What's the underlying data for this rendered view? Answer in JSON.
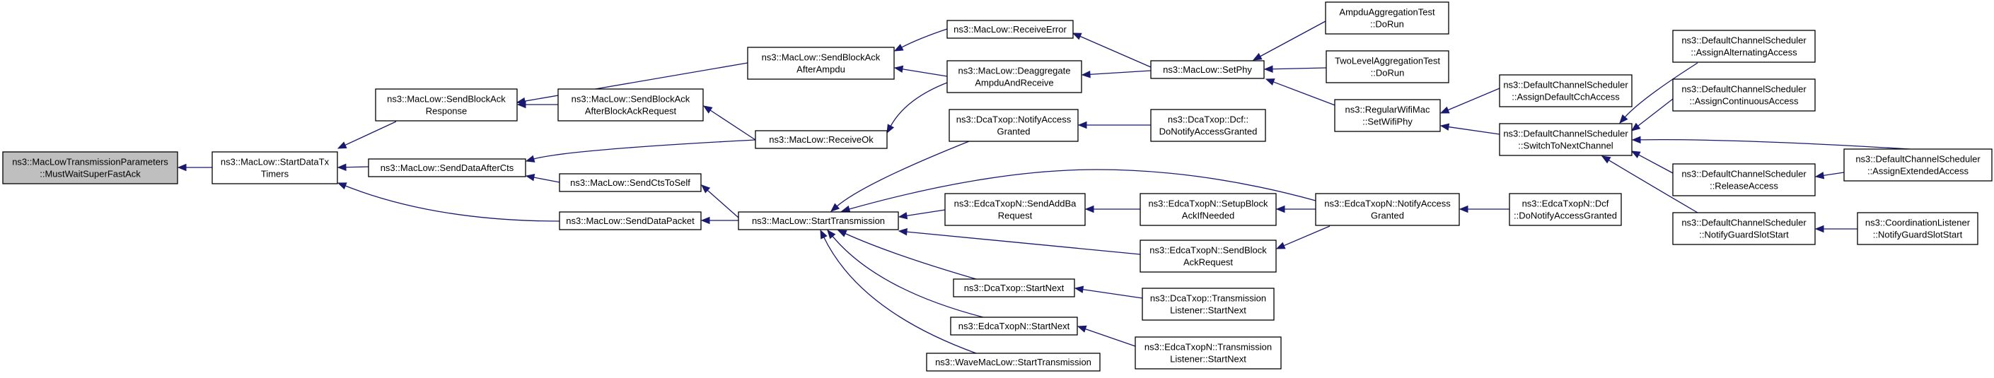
{
  "graph": {
    "type": "call-graph",
    "edge_color": "#191970",
    "root_fill": "#bfbfbf",
    "nodes": [
      {
        "id": "n0",
        "lines": [
          "ns3::MacLowTransmissionParameters",
          "::MustWaitSuperFastAck"
        ],
        "root": true
      },
      {
        "id": "n1",
        "lines": [
          "ns3::MacLow::StartDataTx",
          "Timers"
        ]
      },
      {
        "id": "n2",
        "lines": [
          "ns3::MacLow::SendBlockAck",
          "Response"
        ]
      },
      {
        "id": "n3",
        "lines": [
          "ns3::MacLow::SendDataAfterCts"
        ]
      },
      {
        "id": "n4",
        "lines": [
          "ns3::MacLow::SendDataPacket"
        ]
      },
      {
        "id": "n5",
        "lines": [
          "ns3::MacLow::SendBlockAck",
          "AfterAmpdu"
        ]
      },
      {
        "id": "n6",
        "lines": [
          "ns3::MacLow::SendBlockAck",
          "AfterBlockAckRequest"
        ]
      },
      {
        "id": "n7",
        "lines": [
          "ns3::MacLow::SendCtsToSelf"
        ]
      },
      {
        "id": "n8",
        "lines": [
          "ns3::MacLow::ReceiveOk"
        ]
      },
      {
        "id": "n9",
        "lines": [
          "ns3::MacLow::StartTransmission"
        ]
      },
      {
        "id": "n10",
        "lines": [
          "ns3::MacLow::ReceiveError"
        ]
      },
      {
        "id": "n11",
        "lines": [
          "ns3::MacLow::Deaggregate",
          "AmpduAndReceive"
        ]
      },
      {
        "id": "n12",
        "lines": [
          "ns3::DcaTxop::NotifyAccess",
          "Granted"
        ]
      },
      {
        "id": "n13",
        "lines": [
          "ns3::EdcaTxopN::SendAddBa",
          "Request"
        ]
      },
      {
        "id": "n14",
        "lines": [
          "ns3::DcaTxop::StartNext"
        ]
      },
      {
        "id": "n15",
        "lines": [
          "ns3::EdcaTxopN::StartNext"
        ]
      },
      {
        "id": "n16",
        "lines": [
          "ns3::WaveMacLow::StartTransmission"
        ]
      },
      {
        "id": "n17",
        "lines": [
          "ns3::MacLow::SetPhy"
        ]
      },
      {
        "id": "n18",
        "lines": [
          "ns3::DcaTxop::Dcf::",
          "DoNotifyAccessGranted"
        ]
      },
      {
        "id": "n19",
        "lines": [
          "ns3::EdcaTxopN::SetupBlock",
          "AckIfNeeded"
        ]
      },
      {
        "id": "n20",
        "lines": [
          "ns3::EdcaTxopN::SendBlock",
          "AckRequest"
        ]
      },
      {
        "id": "n21",
        "lines": [
          "ns3::DcaTxop::Transmission",
          "Listener::StartNext"
        ]
      },
      {
        "id": "n22",
        "lines": [
          "ns3::EdcaTxopN::Transmission",
          "Listener::StartNext"
        ]
      },
      {
        "id": "n23",
        "lines": [
          "AmpduAggregationTest",
          "::DoRun"
        ]
      },
      {
        "id": "n24",
        "lines": [
          "TwoLevelAggregationTest",
          "::DoRun"
        ]
      },
      {
        "id": "n25",
        "lines": [
          "ns3::RegularWifiMac",
          "::SetWifiPhy"
        ]
      },
      {
        "id": "n26",
        "lines": [
          "ns3::EdcaTxopN::NotifyAccess",
          "Granted"
        ]
      },
      {
        "id": "n27",
        "lines": [
          "ns3::DefaultChannelScheduler",
          "::AssignDefaultCchAccess"
        ]
      },
      {
        "id": "n28",
        "lines": [
          "ns3::DefaultChannelScheduler",
          "::SwitchToNextChannel"
        ]
      },
      {
        "id": "n29",
        "lines": [
          "ns3::EdcaTxopN::Dcf",
          "::DoNotifyAccessGranted"
        ]
      },
      {
        "id": "n30",
        "lines": [
          "ns3::DefaultChannelScheduler",
          "::AssignAlternatingAccess"
        ]
      },
      {
        "id": "n31",
        "lines": [
          "ns3::DefaultChannelScheduler",
          "::AssignContinuousAccess"
        ]
      },
      {
        "id": "n32",
        "lines": [
          "ns3::DefaultChannelScheduler",
          "::ReleaseAccess"
        ]
      },
      {
        "id": "n33",
        "lines": [
          "ns3::DefaultChannelScheduler",
          "::NotifyGuardSlotStart"
        ]
      },
      {
        "id": "n34",
        "lines": [
          "ns3::DefaultChannelScheduler",
          "::AssignExtendedAccess"
        ]
      },
      {
        "id": "n35",
        "lines": [
          "ns3::CoordinationListener",
          "::NotifyGuardSlotStart"
        ]
      }
    ],
    "edges": [
      {
        "from": "n1",
        "to": "n0"
      },
      {
        "from": "n2",
        "to": "n1"
      },
      {
        "from": "n3",
        "to": "n1"
      },
      {
        "from": "n4",
        "to": "n1"
      },
      {
        "from": "n5",
        "to": "n2"
      },
      {
        "from": "n6",
        "to": "n2"
      },
      {
        "from": "n8",
        "to": "n3"
      },
      {
        "from": "n7",
        "to": "n3"
      },
      {
        "from": "n9",
        "to": "n4"
      },
      {
        "from": "n10",
        "to": "n5"
      },
      {
        "from": "n11",
        "to": "n5"
      },
      {
        "from": "n8",
        "to": "n6"
      },
      {
        "from": "n9",
        "to": "n7"
      },
      {
        "from": "n11",
        "to": "n8"
      },
      {
        "from": "n12",
        "to": "n9"
      },
      {
        "from": "n13",
        "to": "n9"
      },
      {
        "from": "n20",
        "to": "n9"
      },
      {
        "from": "n26",
        "to": "n9"
      },
      {
        "from": "n14",
        "to": "n9"
      },
      {
        "from": "n15",
        "to": "n9"
      },
      {
        "from": "n16",
        "to": "n9"
      },
      {
        "from": "n17",
        "to": "n10"
      },
      {
        "from": "n17",
        "to": "n11"
      },
      {
        "from": "n18",
        "to": "n12"
      },
      {
        "from": "n19",
        "to": "n13"
      },
      {
        "from": "n21",
        "to": "n14"
      },
      {
        "from": "n22",
        "to": "n15"
      },
      {
        "from": "n23",
        "to": "n17"
      },
      {
        "from": "n24",
        "to": "n17"
      },
      {
        "from": "n25",
        "to": "n17"
      },
      {
        "from": "n26",
        "to": "n19"
      },
      {
        "from": "n26",
        "to": "n20"
      },
      {
        "from": "n27",
        "to": "n25"
      },
      {
        "from": "n28",
        "to": "n25"
      },
      {
        "from": "n29",
        "to": "n26"
      },
      {
        "from": "n30",
        "to": "n28"
      },
      {
        "from": "n31",
        "to": "n28"
      },
      {
        "from": "n32",
        "to": "n28"
      },
      {
        "from": "n33",
        "to": "n28"
      },
      {
        "from": "n34",
        "to": "n28"
      },
      {
        "from": "n34",
        "to": "n32"
      },
      {
        "from": "n35",
        "to": "n33"
      }
    ]
  }
}
